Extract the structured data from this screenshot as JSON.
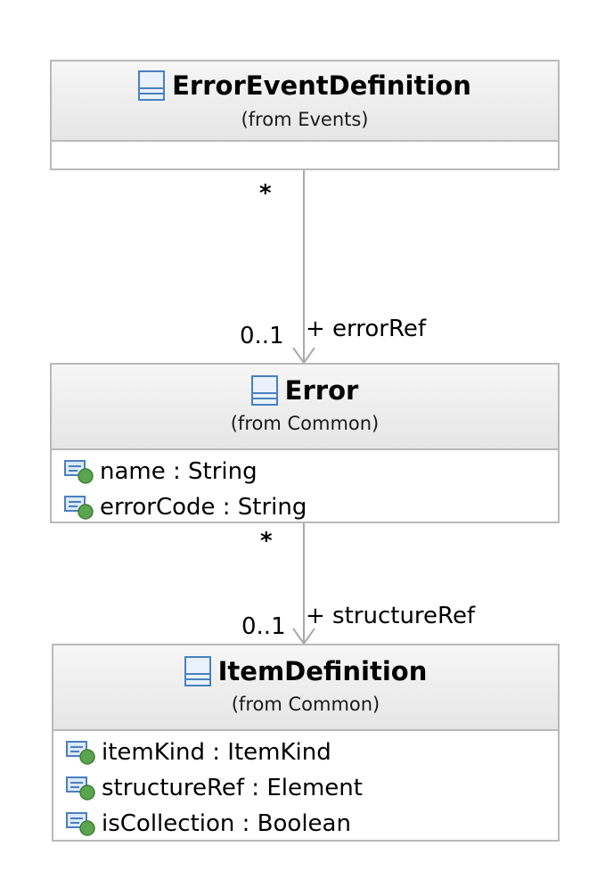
{
  "classes": {
    "error_event_definition": {
      "name": "ErrorEventDefinition",
      "package": "(from Events)",
      "attributes": []
    },
    "error": {
      "name": "Error",
      "package": "(from Common)",
      "attributes": [
        "name : String",
        "errorCode : String"
      ]
    },
    "item_definition": {
      "name": "ItemDefinition",
      "package": "(from Common)",
      "attributes": [
        "itemKind : ItemKind",
        "structureRef : Element",
        "isCollection : Boolean"
      ]
    }
  },
  "associations": {
    "error_ref": {
      "source_multiplicity": "*",
      "target_multiplicity": "0..1",
      "role": "+ errorRef"
    },
    "structure_ref": {
      "source_multiplicity": "*",
      "target_multiplicity": "0..1",
      "role": "+ structureRef"
    }
  },
  "colors": {
    "border": "#b9b9b9",
    "class_icon": "#4a7fc1",
    "attribute_icon": "#5aa54f"
  }
}
